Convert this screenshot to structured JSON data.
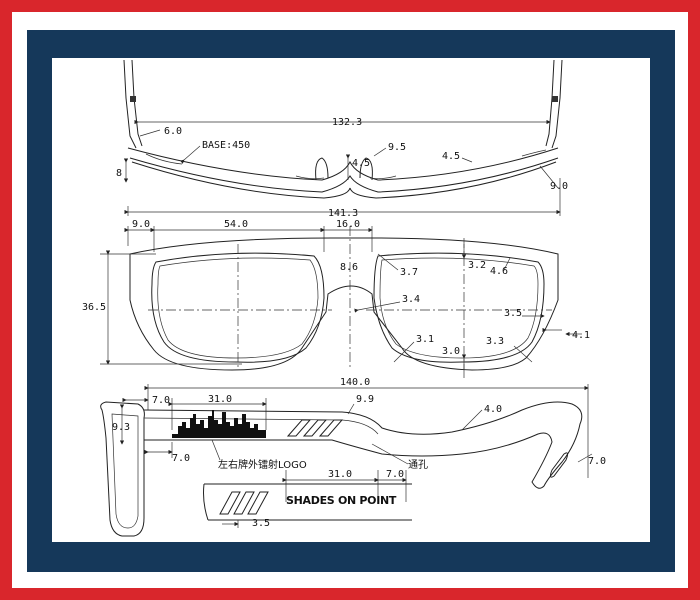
{
  "top_view": {
    "dim_temple_spread": "132.3",
    "dim_hinge": "6.0",
    "dim_base": "BASE:450",
    "dim_bridge_depth": "4.5",
    "dim_pad": "9.5",
    "dim_lens_curve": "4.5",
    "dim_side_height": "8",
    "dim_hinge_angle": "9.0",
    "dim_total_width": "141.3"
  },
  "front_view": {
    "dim_edge": "9.0",
    "dim_lens_width": "54.0",
    "dim_bridge": "16.0",
    "dim_bridge_height": "8.6",
    "dim_rim_top_inner": "3.7",
    "dim_rim_top": "3.2",
    "dim_rim_top_outer": "4.6",
    "dim_lens_height": "36.5",
    "dim_nose_rim": "3.4",
    "dim_rim_side": "3.5",
    "dim_outer_edge": "4.1",
    "dim_rim_bottom_inner": "3.1",
    "dim_rim_bottom": "3.0",
    "dim_rim_bottom_outer": "3.3"
  },
  "side_view": {
    "dim_temple_length": "140.0",
    "dim_front_offset": "7.0",
    "dim_logo_length": "31.0",
    "dim_temple_height": "9.9",
    "dim_temple_thickness": "4.0",
    "dim_front_height": "9.3",
    "dim_logo_offset": "7.0",
    "label_logo": "左右牌外镭射LOGO",
    "label_hole": "通孔",
    "dim_tip": "7.0"
  },
  "detail_view": {
    "dim_text_length": "31.0",
    "dim_text_offset": "7.0",
    "brand_text": "SHADES ON POINT",
    "dim_groove": "3.5"
  }
}
